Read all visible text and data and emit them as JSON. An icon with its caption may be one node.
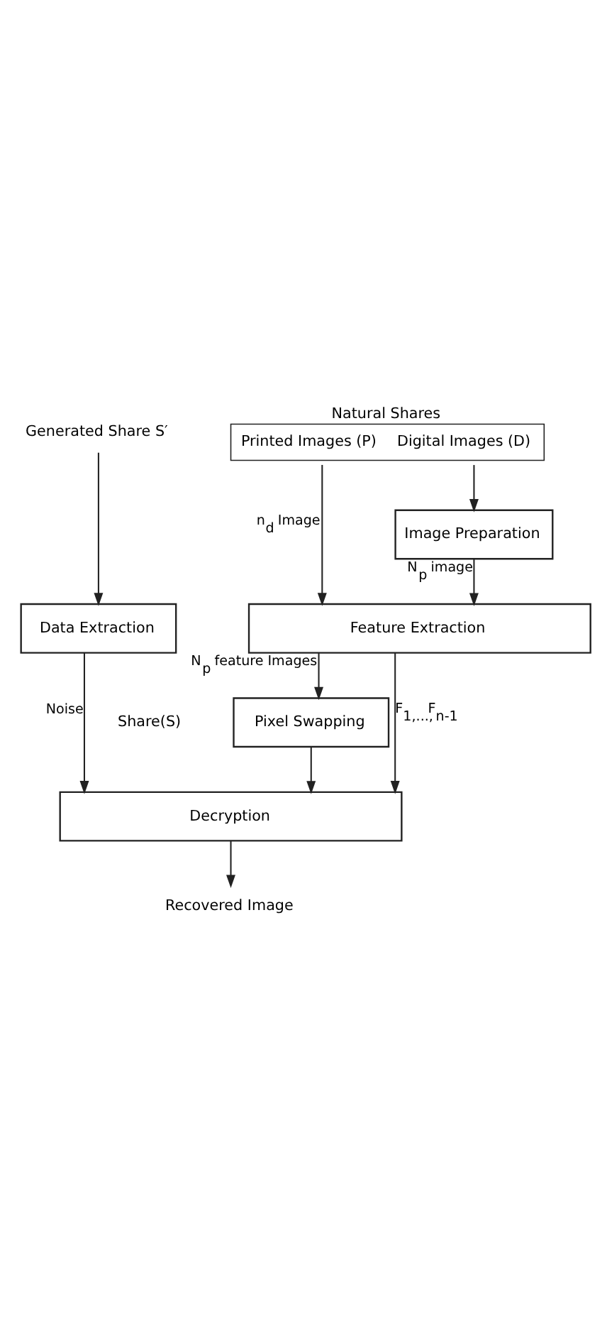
{
  "diagram": {
    "nodes": [
      {
        "text": [
          "Natural Shares",
          "Printed Images (P)",
          "Digital Images (D)"
        ]
      },
      {
        "text": [
          "Generated Share S′"
        ]
      },
      {
        "text": [
          "Image Preparation"
        ]
      },
      {
        "text": [
          "Feature Extraction"
        ]
      },
      {
        "text": [
          "Pixel Swapping"
        ]
      },
      {
        "text": [
          "Data Extraction"
        ]
      },
      {
        "text": [
          "Decryption"
        ]
      },
      {
        "text": [
          "Recovered Image"
        ]
      }
    ],
    "edges": [
      {
        "from": 0,
        "to": 2,
        "arrow": "to"
      },
      {
        "from": 0,
        "to": 3,
        "arrow": "to",
        "label": "n$_{d}$ Image"
      },
      {
        "from": 2,
        "to": 3,
        "arrow": "to",
        "label": "N$_{p}$ image"
      },
      {
        "from": 3,
        "to": 4,
        "arrow": "to",
        "label": "N$_{p}$ feature Images"
      },
      {
        "from": 1,
        "to": 5,
        "arrow": "to"
      },
      {
        "from": 5,
        "to": 6,
        "arrow": "to",
        "label": "Noise"
      },
      {
        "from": 4,
        "to": 6,
        "arrow": "to"
      },
      {
        "from": 3,
        "to": 6,
        "arrow": "to",
        "label": "F$_{1,...,}$F$_{n-1}$"
      },
      {
        "from": 6,
        "to": 7,
        "arrow": "to"
      }
    ],
    "labels": [
      "Share(S)"
    ]
  }
}
